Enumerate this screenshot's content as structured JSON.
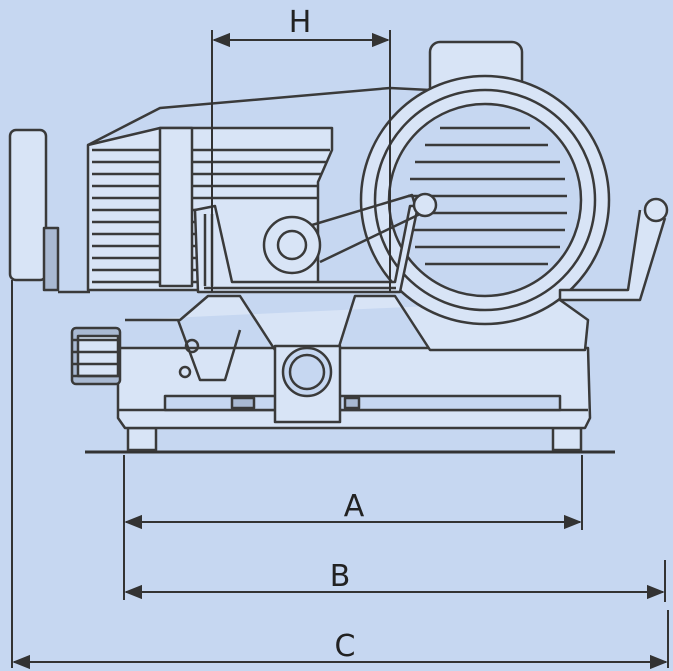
{
  "dimensions": {
    "h": "H",
    "a": "A",
    "b": "B",
    "c": "C"
  },
  "colors": {
    "background": "#c6d7f1",
    "line": "#3a3a3a",
    "fill_light": "#d8e4f6",
    "fill_dark": "#a9b9d2"
  }
}
